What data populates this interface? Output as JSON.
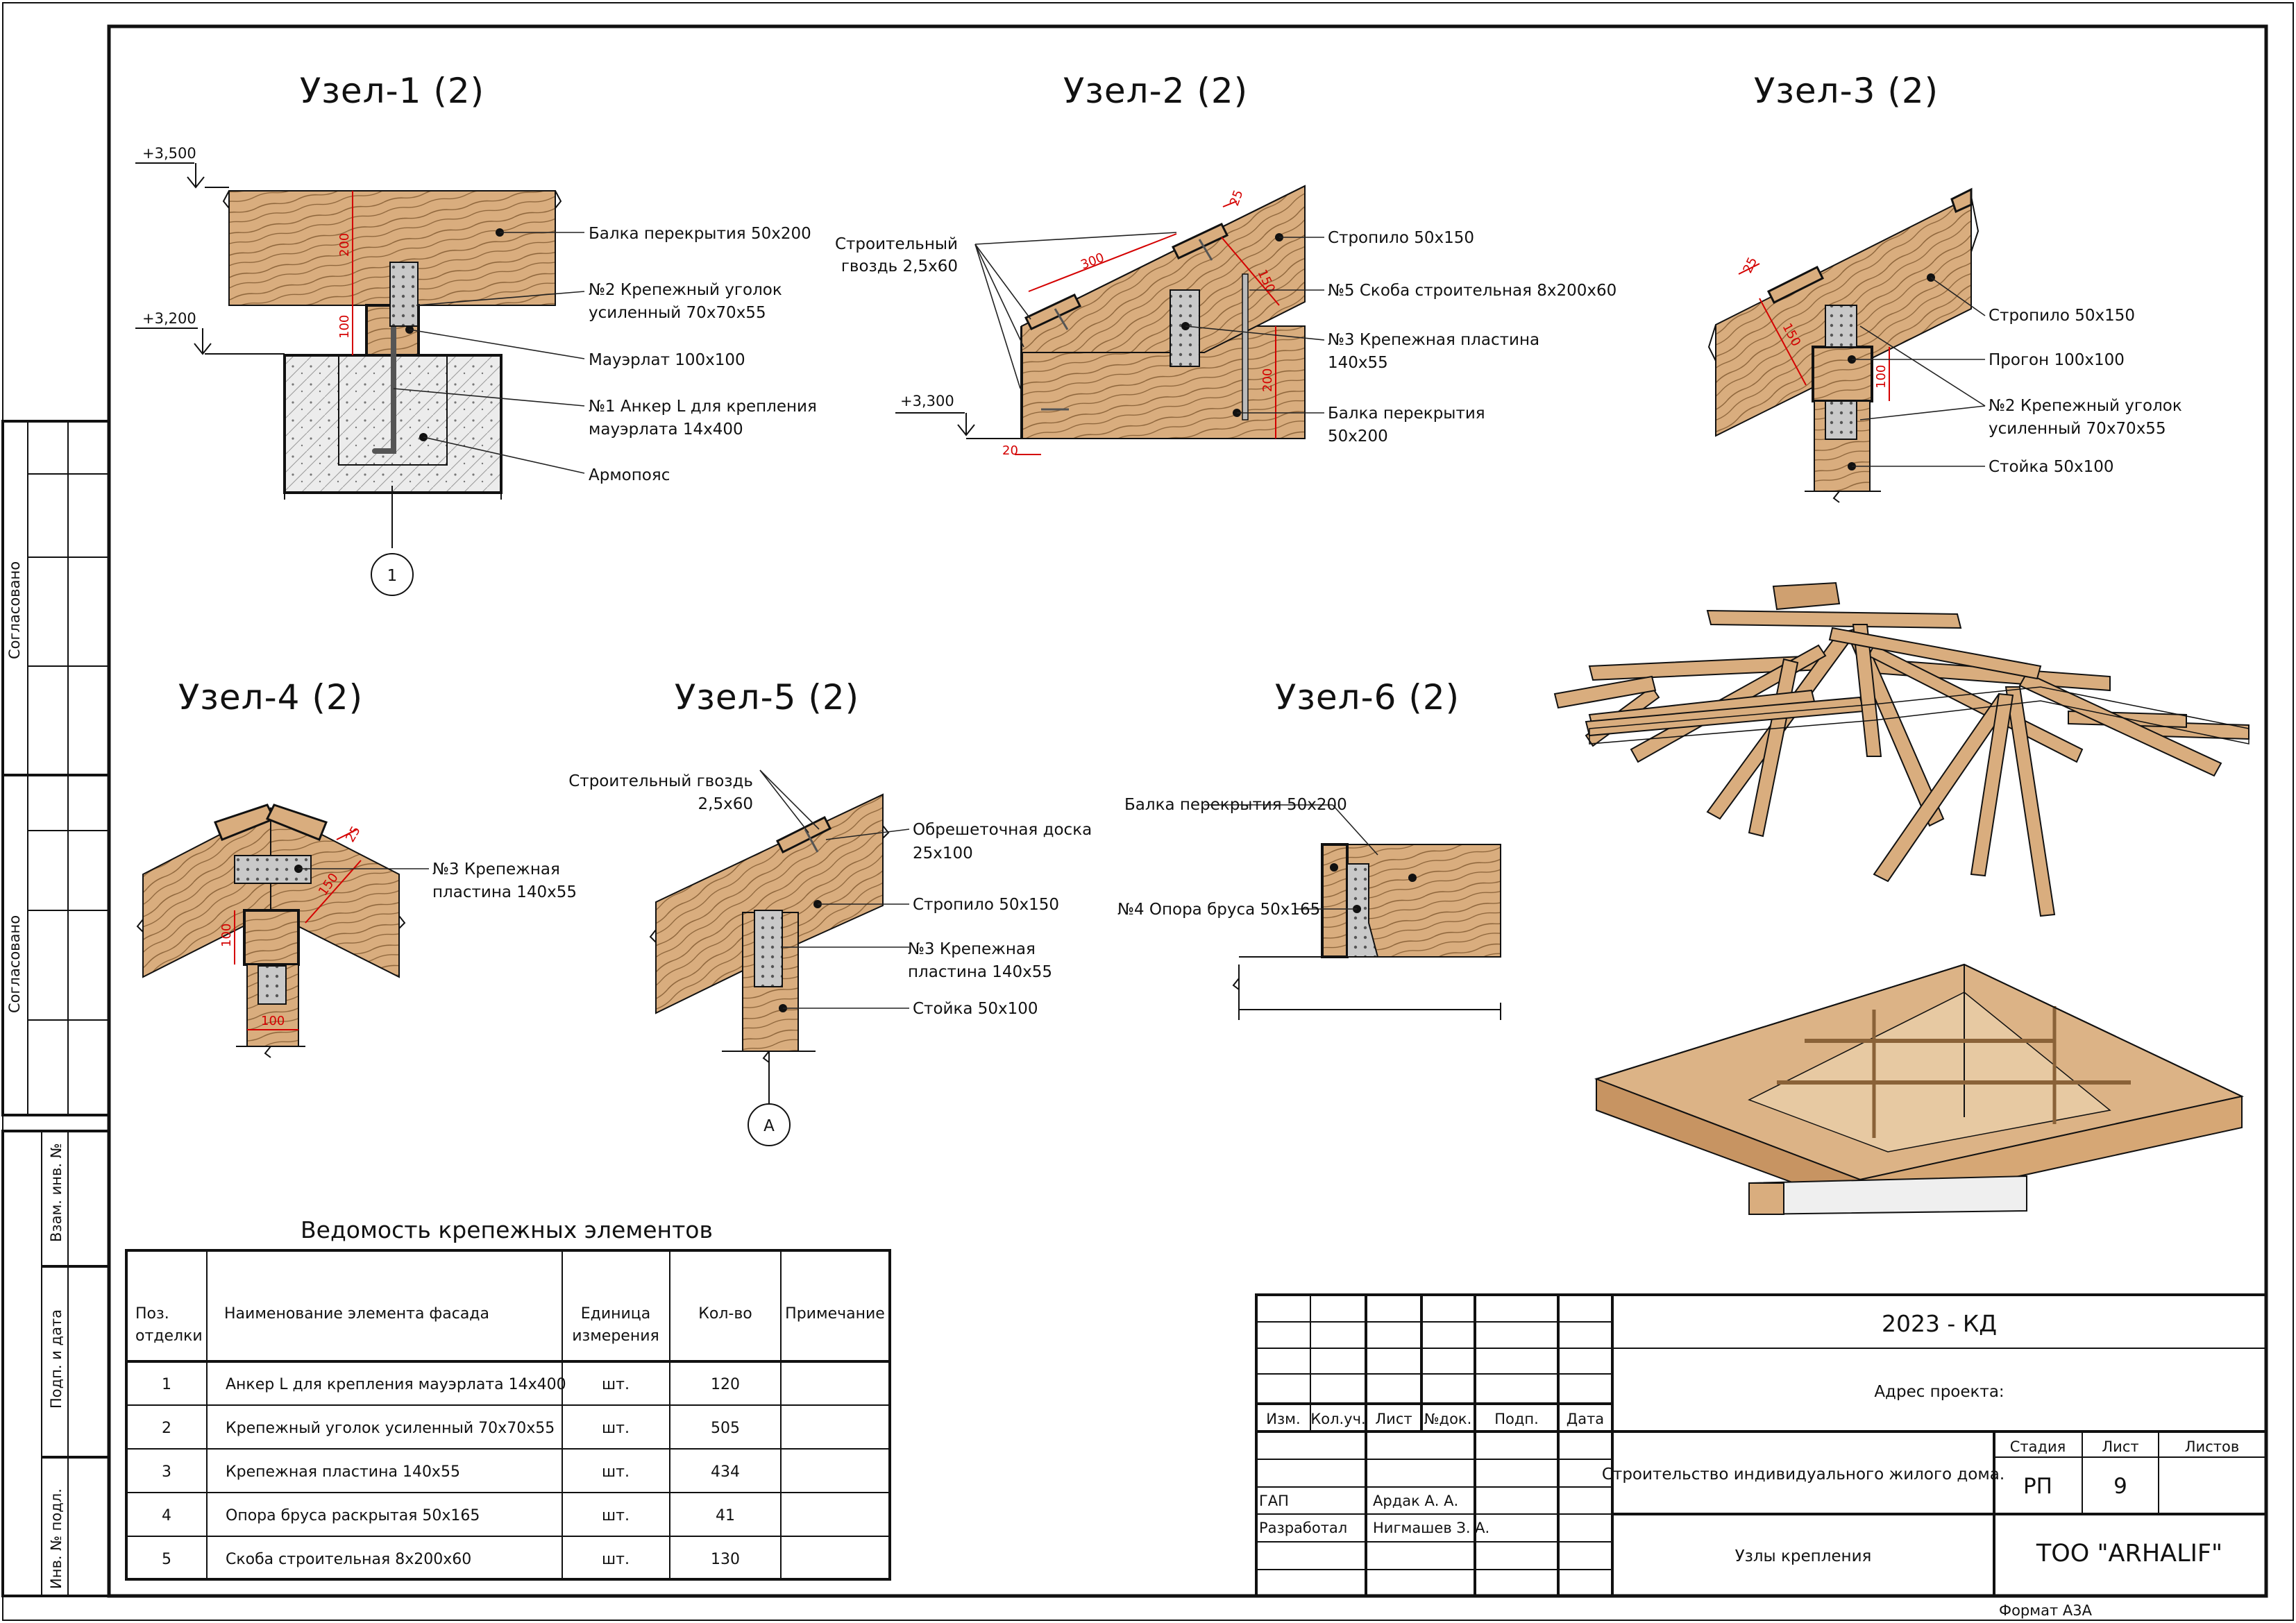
{
  "sheet": {
    "side_labels": [
      "Согласовано",
      "Согласовано",
      "Взам. инв. №",
      "Подп. и дата",
      "Инв. № подл."
    ],
    "format": "Формат А3А"
  },
  "nodes": [
    {
      "title": "Узел-1 (2)",
      "levels": [
        "+3,500",
        "+3,200"
      ],
      "dims": [
        "200",
        "100"
      ],
      "callouts": [
        "Балка перекрытия 50х200",
        "№2 Крепежный уголок",
        "усиленный 70х70х55",
        "Мауэрлат 100х100",
        "№1 Анкер L для крепления",
        "мауэрлата 14х400",
        "Армопояс"
      ],
      "axis": "1"
    },
    {
      "title": "Узел-2 (2)",
      "levels": [
        "+3,300"
      ],
      "dims": [
        "300",
        "25",
        "150",
        "200",
        "20"
      ],
      "callouts": [
        "Строительный",
        "гвоздь 2,5х60",
        "Стропило 50х150",
        "№5 Скоба строительная 8х200х60",
        "№3 Крепежная пластина",
        "140х55",
        "Балка перекрытия",
        "50х200"
      ]
    },
    {
      "title": "Узел-3 (2)",
      "dims": [
        "25",
        "150",
        "100"
      ],
      "callouts": [
        "Стропило 50х150",
        "Прогон 100х100",
        "№2 Крепежный уголок",
        "усиленный 70х70х55",
        "Стойка 50х100"
      ]
    },
    {
      "title": "Узел-4 (2)",
      "dims": [
        "25",
        "150",
        "100",
        "100"
      ],
      "callouts": [
        "№3 Крепежная",
        "пластина 140х55"
      ]
    },
    {
      "title": "Узел-5 (2)",
      "callouts": [
        "Строительный гвоздь",
        "2,5х60",
        "Обрешеточная доска",
        "25х100",
        "Стропило 50х150",
        "№3 Крепежная",
        "пластина 140х55",
        "Стойка 50х100"
      ],
      "axis": "А"
    },
    {
      "title": "Узел-6 (2)",
      "callouts": [
        "Балка перекрытия 50х200",
        "№4 Опора бруса 50х165"
      ]
    }
  ],
  "schedule": {
    "title": "Ведомость крепежных элементов",
    "headers": [
      "Поз.",
      "отделки",
      "Наименование элемента фасада",
      "Единица",
      "измерения",
      "Кол-во",
      "Примечание"
    ],
    "rows": [
      [
        "1",
        "Анкер L для крепления мауэрлата 14х400",
        "шт.",
        "120",
        ""
      ],
      [
        "2",
        "Крепежный уголок усиленный 70х70х55",
        "шт.",
        "505",
        ""
      ],
      [
        "3",
        "Крепежная пластина 140х55",
        "шт.",
        "434",
        ""
      ],
      [
        "4",
        "Опора бруса раскрытая 50х165",
        "шт.",
        "41",
        ""
      ],
      [
        "5",
        "Скоба строительная 8х200х60",
        "шт.",
        "130",
        ""
      ]
    ]
  },
  "title_block": {
    "code": "2023 - КД",
    "address": "Адрес проекта:",
    "columns": [
      "Изм.",
      "Кол.уч.",
      "Лист",
      "№док.",
      "Подп.",
      "Дата"
    ],
    "project": "Строительство индивидуального жилого дома.",
    "stage_header": [
      "Стадия",
      "Лист",
      "Листов"
    ],
    "stage": "РП",
    "sheet_no": "9",
    "sheets": "",
    "people": [
      [
        "ГАП",
        "Ардак А. А."
      ],
      [
        "Разработал",
        "Нигмашев З. А."
      ]
    ],
    "drawing": "Узлы крепления",
    "company": "ТОО \"ARHALIF\""
  }
}
